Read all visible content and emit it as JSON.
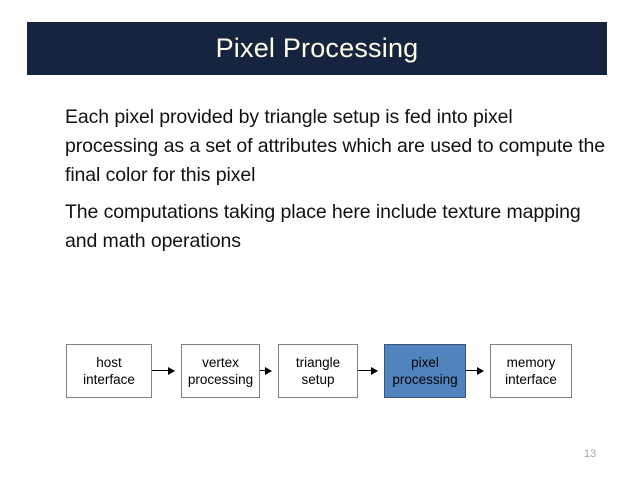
{
  "slide": {
    "title": "Pixel Processing",
    "page_number": "13",
    "colors": {
      "title_band": "#16253f",
      "title_text": "#fffde8",
      "highlight_box": "#5184be",
      "box_border": "#7f7f7f",
      "page_number": "#a6a6a6",
      "background": "#ffffff"
    }
  },
  "body": {
    "paragraphs": [
      "Each pixel provided by triangle setup is fed into pixel processing as a set of attributes which are used to compute the final color for this pixel",
      "The computations taking place here include texture mapping and math operations"
    ]
  },
  "pipeline": {
    "stages": [
      {
        "id": "host-interface",
        "line1": "host",
        "line2": "interface",
        "highlighted": false
      },
      {
        "id": "vertex-processing",
        "line1": "vertex",
        "line2": "processing",
        "highlighted": false
      },
      {
        "id": "triangle-setup",
        "line1": "triangle",
        "line2": "setup",
        "highlighted": false
      },
      {
        "id": "pixel-processing",
        "line1": "pixel",
        "line2": "processing",
        "highlighted": true
      },
      {
        "id": "memory-interface",
        "line1": "memory",
        "line2": "interface",
        "highlighted": false
      }
    ],
    "connector_count": 4
  }
}
